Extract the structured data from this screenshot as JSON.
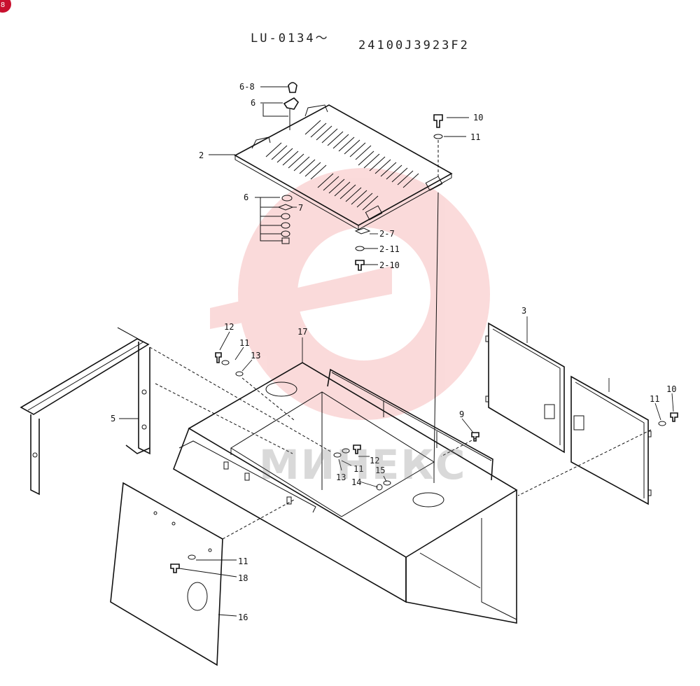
{
  "header": {
    "badge": "8",
    "serial": "LU-0134～",
    "part_number": "24100J3923F2"
  },
  "watermark": {
    "text": "МИНЕКС",
    "color": "#e83a3a"
  },
  "callouts": {
    "c_6_8": "6-8",
    "c_6a": "6",
    "c_2": "2",
    "c_10a": "10",
    "c_11a": "11",
    "c_6b": "6",
    "c_7": "7",
    "c_2_7": "2-7",
    "c_2_11": "2-11",
    "c_2_10": "2-10",
    "c_3": "3",
    "c_17": "17",
    "c_12a": "12",
    "c_11b": "11",
    "c_13a": "13",
    "c_5": "5",
    "c_9": "9",
    "c_11c": "11",
    "c_10b": "10",
    "c_12b": "12",
    "c_11d": "11",
    "c_13b": "13",
    "c_15": "15",
    "c_14": "14",
    "c_11e": "11",
    "c_18": "18",
    "c_16": "16"
  }
}
